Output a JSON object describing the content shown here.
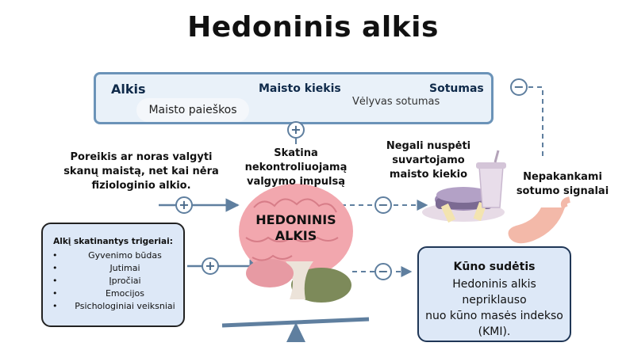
{
  "title": "Hedoninis alkis",
  "top_flow": {
    "alkis": "Alkis",
    "maisto_kiekis": "Maisto kiekis",
    "sotumas": "Sotumas",
    "maisto_paieskos": "Maisto paieškos",
    "velyvas_sotumas": "Vėlyvas sotumas"
  },
  "text_blocks": {
    "poreikis": [
      "Poreikis ar noras valgyti",
      "skanų maistą, net kai nėra",
      "fiziologinio alkio."
    ],
    "skatina": [
      "Skatina nekontroliuojamą",
      "valgymo impulsą"
    ],
    "negali": [
      "Negali nuspėti",
      "suvartojamo",
      "maisto kiekio"
    ],
    "nepakankami": [
      "Nepakankami",
      "sotumo signalai"
    ]
  },
  "center": [
    "HEDONINIS",
    "ALKIS"
  ],
  "triggers": {
    "heading": "Alkį skatinantys trigeriai:",
    "items": [
      "Gyvenimo būdas",
      "Jutimai",
      "Įpročiai",
      "Emocijos",
      "Psichologiniai veiksniai"
    ]
  },
  "kuno": {
    "heading": "Kūno sudėtis",
    "lines": [
      "Hedoninis alkis nepriklauso",
      "nuo kūno masės indekso",
      "(KMI)."
    ]
  },
  "signs": {
    "plus": "+",
    "minus": "−"
  },
  "colors": {
    "box_border": "#6b93b8",
    "box_fill": "#e9f1f9",
    "arrow": "#5f7f9f",
    "brain": "#f2a7ae",
    "panel_fill": "#dde8f7"
  },
  "icons": [
    "brain-icon",
    "food-plate-icon",
    "drink-cup-icon",
    "stomach-icon",
    "seesaw-icon"
  ]
}
